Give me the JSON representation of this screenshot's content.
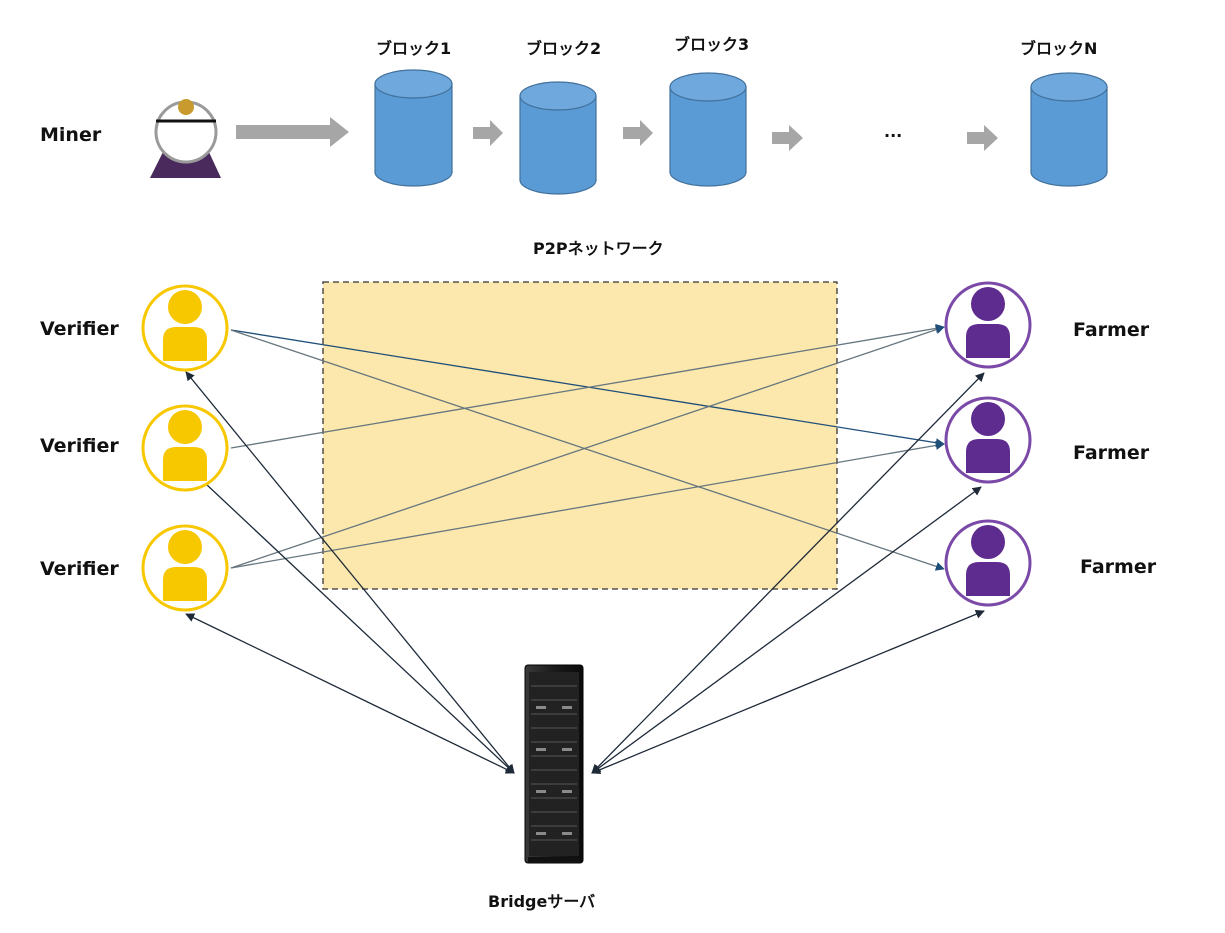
{
  "miner": {
    "label": "Miner"
  },
  "chain": {
    "blocks": [
      {
        "label": "ブロック1"
      },
      {
        "label": "ブロック2"
      },
      {
        "label": "ブロック3"
      },
      {
        "label": "ブロックN"
      }
    ],
    "ellipsis": "..."
  },
  "network": {
    "label": "P2Pネットワーク"
  },
  "verifiers": [
    {
      "label": "Verifier"
    },
    {
      "label": "Verifier"
    },
    {
      "label": "Verifier"
    }
  ],
  "farmers": [
    {
      "label": "Farmer"
    },
    {
      "label": "Farmer"
    },
    {
      "label": "Farmer"
    }
  ],
  "server": {
    "label": "Bridgeサーバ"
  },
  "colors": {
    "verifier": "#f7c700",
    "farmer": "#5e2b8f",
    "block": "#5b9bd5",
    "network_fill": "#fce8ac",
    "arrow_gray": "#a6a6a6",
    "edge_blue": "#1f4e79",
    "edge_gray": "#7f8c8d"
  }
}
